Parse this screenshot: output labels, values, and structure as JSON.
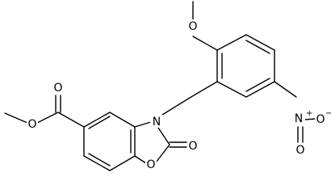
{
  "molecule": {
    "atoms": {
      "ester_o_methyl": "O",
      "ester_o_carbonyl": "O",
      "ring_n": "N",
      "ring_o": "O",
      "lactone_o": "O",
      "methoxy_o": "O",
      "nitro_n": "N",
      "nitro_n_charge": "+",
      "nitro_o_minus": "O",
      "nitro_o_minus_charge": "−",
      "nitro_o_double": "O"
    }
  }
}
